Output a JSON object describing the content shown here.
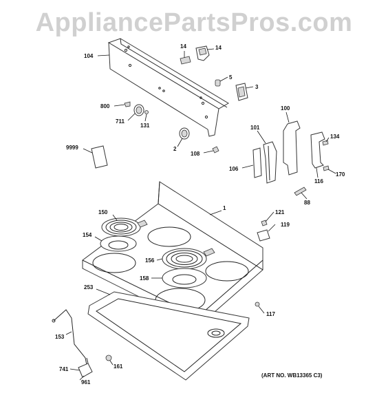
{
  "watermark": "AppliancePartsPros.com",
  "art_number": "(ART NO. WB13365 C3)",
  "callouts": {
    "c104": "104",
    "c14a": "14",
    "c14b": "14",
    "c5": "5",
    "c3": "3",
    "c800": "800",
    "c711": "711",
    "c131": "131",
    "c100": "100",
    "c101": "101",
    "c134": "134",
    "c9999": "9999",
    "c2": "2",
    "c108": "108",
    "c106": "106",
    "c170": "170",
    "c116": "116",
    "c88": "88",
    "c1": "1",
    "c121": "121",
    "c150": "150",
    "c119": "119",
    "c154": "154",
    "c156": "156",
    "c158": "158",
    "c253": "253",
    "c117": "117",
    "c153": "153",
    "c741": "741",
    "c161": "161",
    "c961": "961"
  }
}
